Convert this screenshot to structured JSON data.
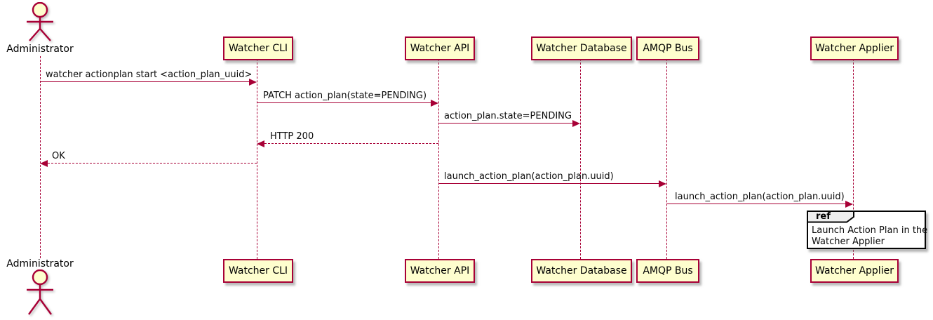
{
  "diagram": {
    "type": "uml-sequence",
    "colors": {
      "accent_line": "#A80036",
      "participant_fill": "#FEFECE",
      "participant_border": "#A80036",
      "ref_header_fill": "#EEEEEE",
      "ref_border": "#040404",
      "background": "#FFFFFF",
      "text": "#000000"
    },
    "actor": {
      "label": "Administrator"
    },
    "participants": [
      {
        "label": "Watcher CLI"
      },
      {
        "label": "Watcher API"
      },
      {
        "label": "Watcher Database"
      },
      {
        "label": "AMQP Bus"
      },
      {
        "label": "Watcher Applier"
      }
    ],
    "messages": [
      {
        "from": "Administrator",
        "to": "Watcher CLI",
        "style": "solid",
        "label": "watcher actionplan start <action_plan_uuid>"
      },
      {
        "from": "Watcher CLI",
        "to": "Watcher API",
        "style": "solid",
        "label": "PATCH action_plan(state=PENDING)"
      },
      {
        "from": "Watcher API",
        "to": "Watcher Database",
        "style": "solid",
        "label": "action_plan.state=PENDING"
      },
      {
        "from": "Watcher API",
        "to": "Watcher CLI",
        "style": "dashed",
        "label": "HTTP 200"
      },
      {
        "from": "Watcher CLI",
        "to": "Administrator",
        "style": "dashed",
        "label": "OK"
      },
      {
        "from": "Watcher API",
        "to": "AMQP Bus",
        "style": "solid",
        "label": "launch_action_plan(action_plan.uuid)"
      },
      {
        "from": "AMQP Bus",
        "to": "Watcher Applier",
        "style": "solid",
        "label": "launch_action_plan(action_plan.uuid)"
      }
    ],
    "ref": {
      "keyword": "ref",
      "over": "Watcher Applier",
      "line1": "Launch Action Plan in the",
      "line2": "Watcher Applier"
    }
  }
}
